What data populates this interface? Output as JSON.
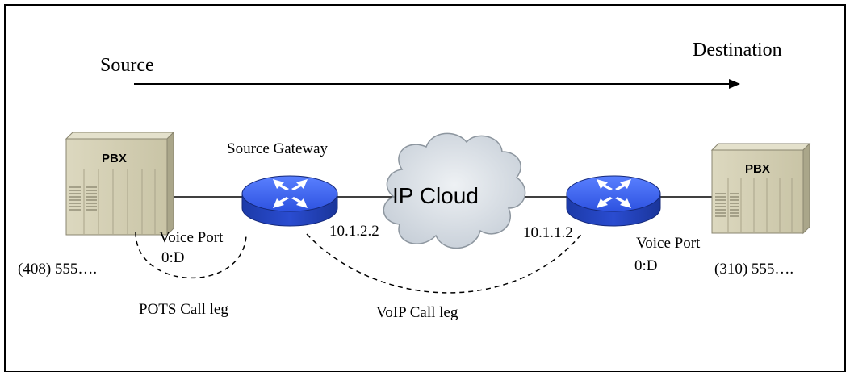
{
  "flow": {
    "source_label": "Source",
    "destination_label": "Destination"
  },
  "source_side": {
    "pbx_label": "PBX",
    "gateway_label": "Source Gateway",
    "voice_port_line1": "Voice Port",
    "voice_port_line2": "0:D",
    "phone_number": "(408) 555….",
    "gateway_ip": "10.1.2.2"
  },
  "cloud": {
    "label": "IP Cloud"
  },
  "destination_side": {
    "pbx_label": "PBX",
    "gateway_ip": "10.1.1.2",
    "voice_port_line1": "Voice Port",
    "voice_port_line2": "0:D",
    "phone_number": "(310) 555…."
  },
  "call_legs": {
    "pots": "POTS Call leg",
    "voip": "VoIP Call leg"
  },
  "colors": {
    "pbx_face": "#d7d3b8",
    "pbx_side": "#b9b597",
    "router_top": "#3b62ee",
    "router_side": "#1f3fb8",
    "cloud_fill": "#d7dde3",
    "line": "#000000"
  }
}
